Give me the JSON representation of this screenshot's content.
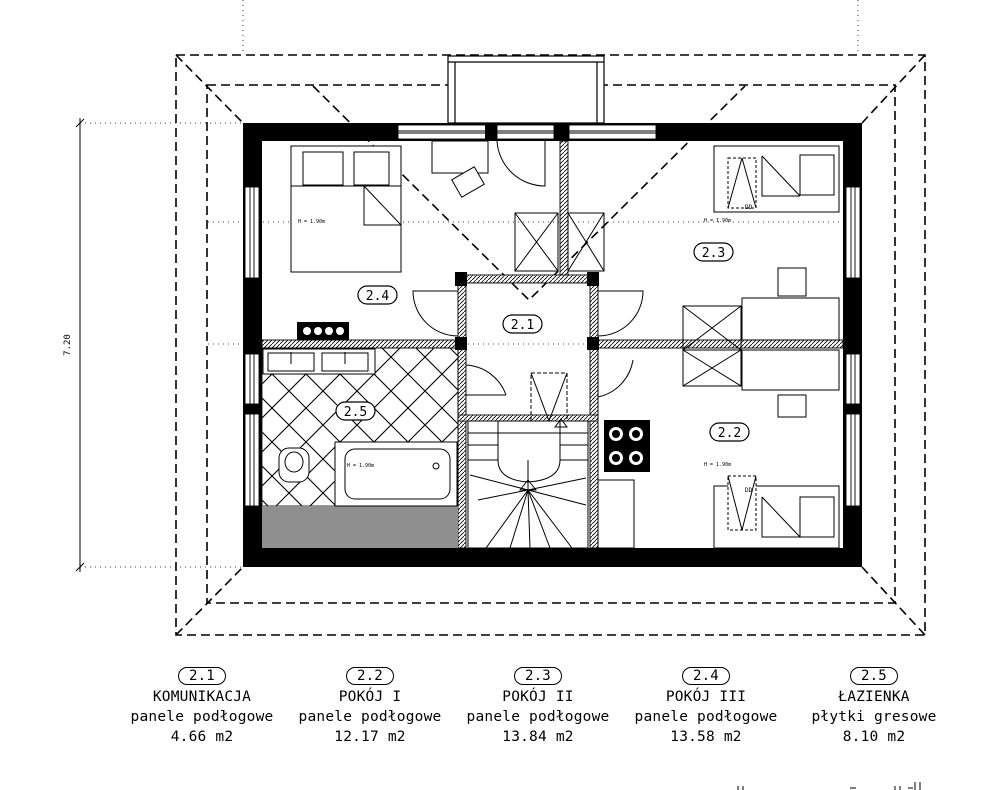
{
  "plan": {
    "height_dimension": "7.20",
    "room_tags": {
      "r21": "2.1",
      "r22": "2.2",
      "r23": "2.3",
      "r24": "2.4",
      "r25": "2.5"
    },
    "height_notes": {
      "room24": "H = 1.90m",
      "room23": "H = 1.90m",
      "room22": "H = 1.90m",
      "bath": "H = 1.90m"
    },
    "door_marks": [
      "DD",
      "DD"
    ]
  },
  "legend": [
    {
      "number": "2.1",
      "name": "KOMUNIKACJA",
      "finish": "panele podłogowe",
      "area": "4.66 m2"
    },
    {
      "number": "2.2",
      "name": "POKÓJ I",
      "finish": "panele podłogowe",
      "area": "12.17 m2"
    },
    {
      "number": "2.3",
      "name": "POKÓJ II",
      "finish": "panele podłogowe",
      "area": "13.84 m2"
    },
    {
      "number": "2.4",
      "name": "POKÓJ III",
      "finish": "panele podłogowe",
      "area": "13.58 m2"
    },
    {
      "number": "2.5",
      "name": "ŁAZIENKA",
      "finish": "płytki gresowe",
      "area": "8.10 m2"
    }
  ]
}
